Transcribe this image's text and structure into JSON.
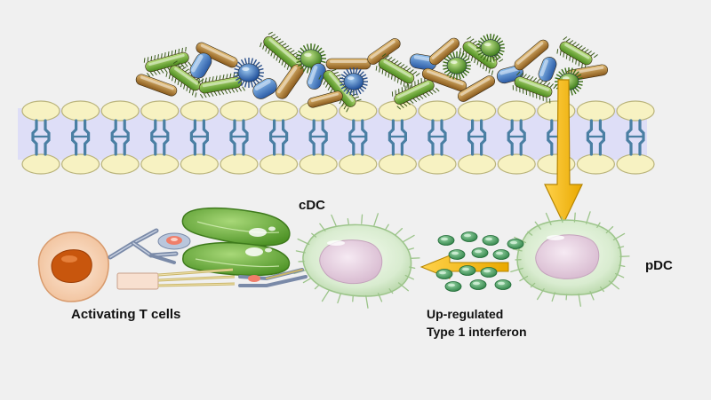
{
  "labels": {
    "cdc": "cDC",
    "pdc": "pDC",
    "t_cells": "Activating T cells",
    "interferon_line1": "Up-regulated",
    "interferon_line2": "Type 1 interferon"
  },
  "colors": {
    "background": "#f0f0f0",
    "membrane_head": "#f7f2c2",
    "membrane_head_stroke": "#b9b37a",
    "membrane_band": "#dcdcf7",
    "membrane_channel": "#4a7fa3",
    "arrow_fill": "#f5b800",
    "arrow_stroke": "#b58400",
    "dc_cell": "#d9ecd0",
    "dc_nucleus": "#e8d2e2",
    "interferon_particle": "#3d9a55",
    "chloroplast": "#6eb03a",
    "t_cell_body": "#f6cfb0",
    "t_cell_nucleus": "#c8560d",
    "receptor_block": "#f8e0d0",
    "receptor_rods": "#c9b56a",
    "antibody": "#7a8aa8",
    "antigen": "#f07e6a"
  },
  "icons": {
    "bacteria": "rod-and-spiky-bacteria-icon",
    "membrane": "lipid-bilayer-icon",
    "arrow_down": "thick-yellow-down-arrow-icon",
    "arrow_left": "yellow-left-arrow-icon"
  }
}
